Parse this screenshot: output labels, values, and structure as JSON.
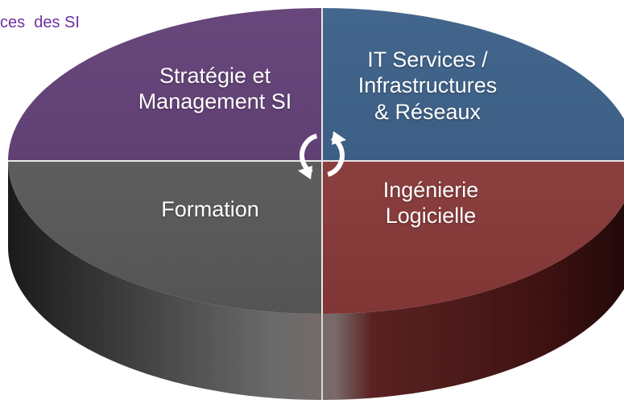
{
  "corner_text": "ces  des SI",
  "colors": {
    "corner_text": "#7030a0",
    "purple": "#5e3b73",
    "blue": "#375c85",
    "gray": "#5b5b5b",
    "red": "#8c3a3a",
    "divider": "#e8e8e8",
    "center_icon": "#ffffff"
  },
  "center_icon": "refresh-cycle-icon",
  "segments": [
    {
      "key": "strategie",
      "lines": [
        "Stratégie et",
        "Management SI"
      ],
      "color": "#5e3b73",
      "position": "top-left"
    },
    {
      "key": "it",
      "lines": [
        "IT Services /",
        "Infrastructures",
        "& Réseaux"
      ],
      "color": "#375c85",
      "position": "top-right"
    },
    {
      "key": "formation",
      "lines": [
        "Formation"
      ],
      "color": "#5b5b5b",
      "position": "bottom-left"
    },
    {
      "key": "inge",
      "lines": [
        "Ingénierie",
        "Logicielle"
      ],
      "color": "#8c3a3a",
      "position": "bottom-right"
    }
  ]
}
